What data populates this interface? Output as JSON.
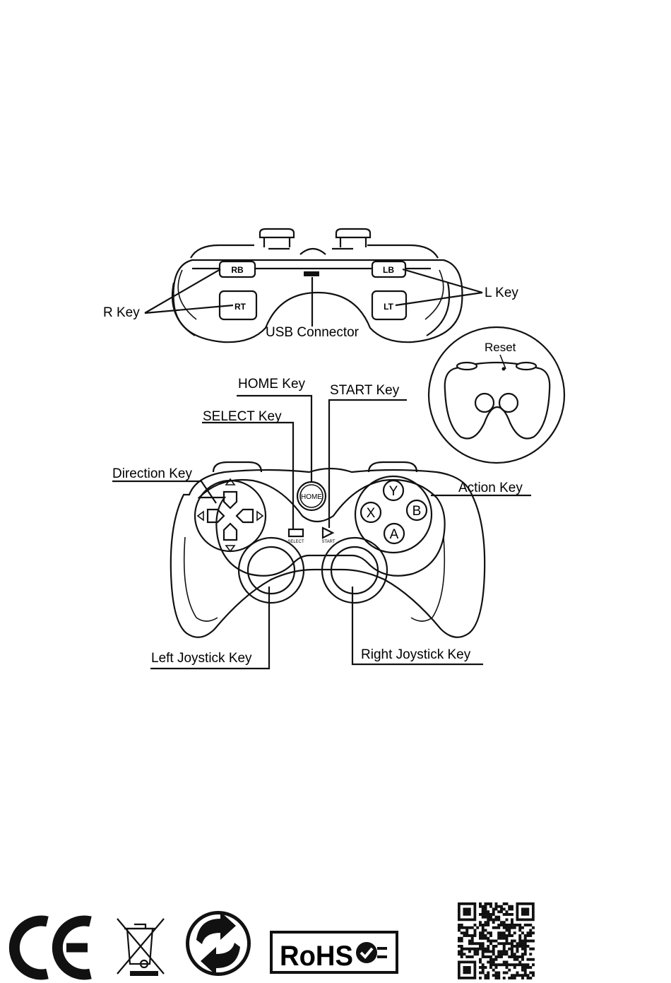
{
  "top_view": {
    "buttons": {
      "rb": "RB",
      "rt": "RT",
      "lb": "LB",
      "lt": "LT"
    },
    "labels": {
      "r_key": "R Key",
      "l_key": "L Key",
      "usb": "USB Connector"
    }
  },
  "reset_inset": {
    "label": "Reset"
  },
  "front_view": {
    "labels": {
      "home": "HOME Key",
      "start": "START Key",
      "select": "SELECT Key",
      "direction": "Direction Key",
      "action": "Action Key",
      "left_joystick": "Left Joystick Key",
      "right_joystick": "Right Joystick Key"
    },
    "center": {
      "home_btn": "HOME",
      "select_small": "SELECT",
      "start_small": "START"
    },
    "action_buttons": {
      "y": "Y",
      "x": "X",
      "b": "B",
      "a": "A"
    }
  },
  "footer": {
    "icons": [
      "ce-mark-icon",
      "weee-bin-icon",
      "green-dot-icon",
      "rohs-icon",
      "qr-code-icon"
    ],
    "rohs_text": "RoHS"
  }
}
